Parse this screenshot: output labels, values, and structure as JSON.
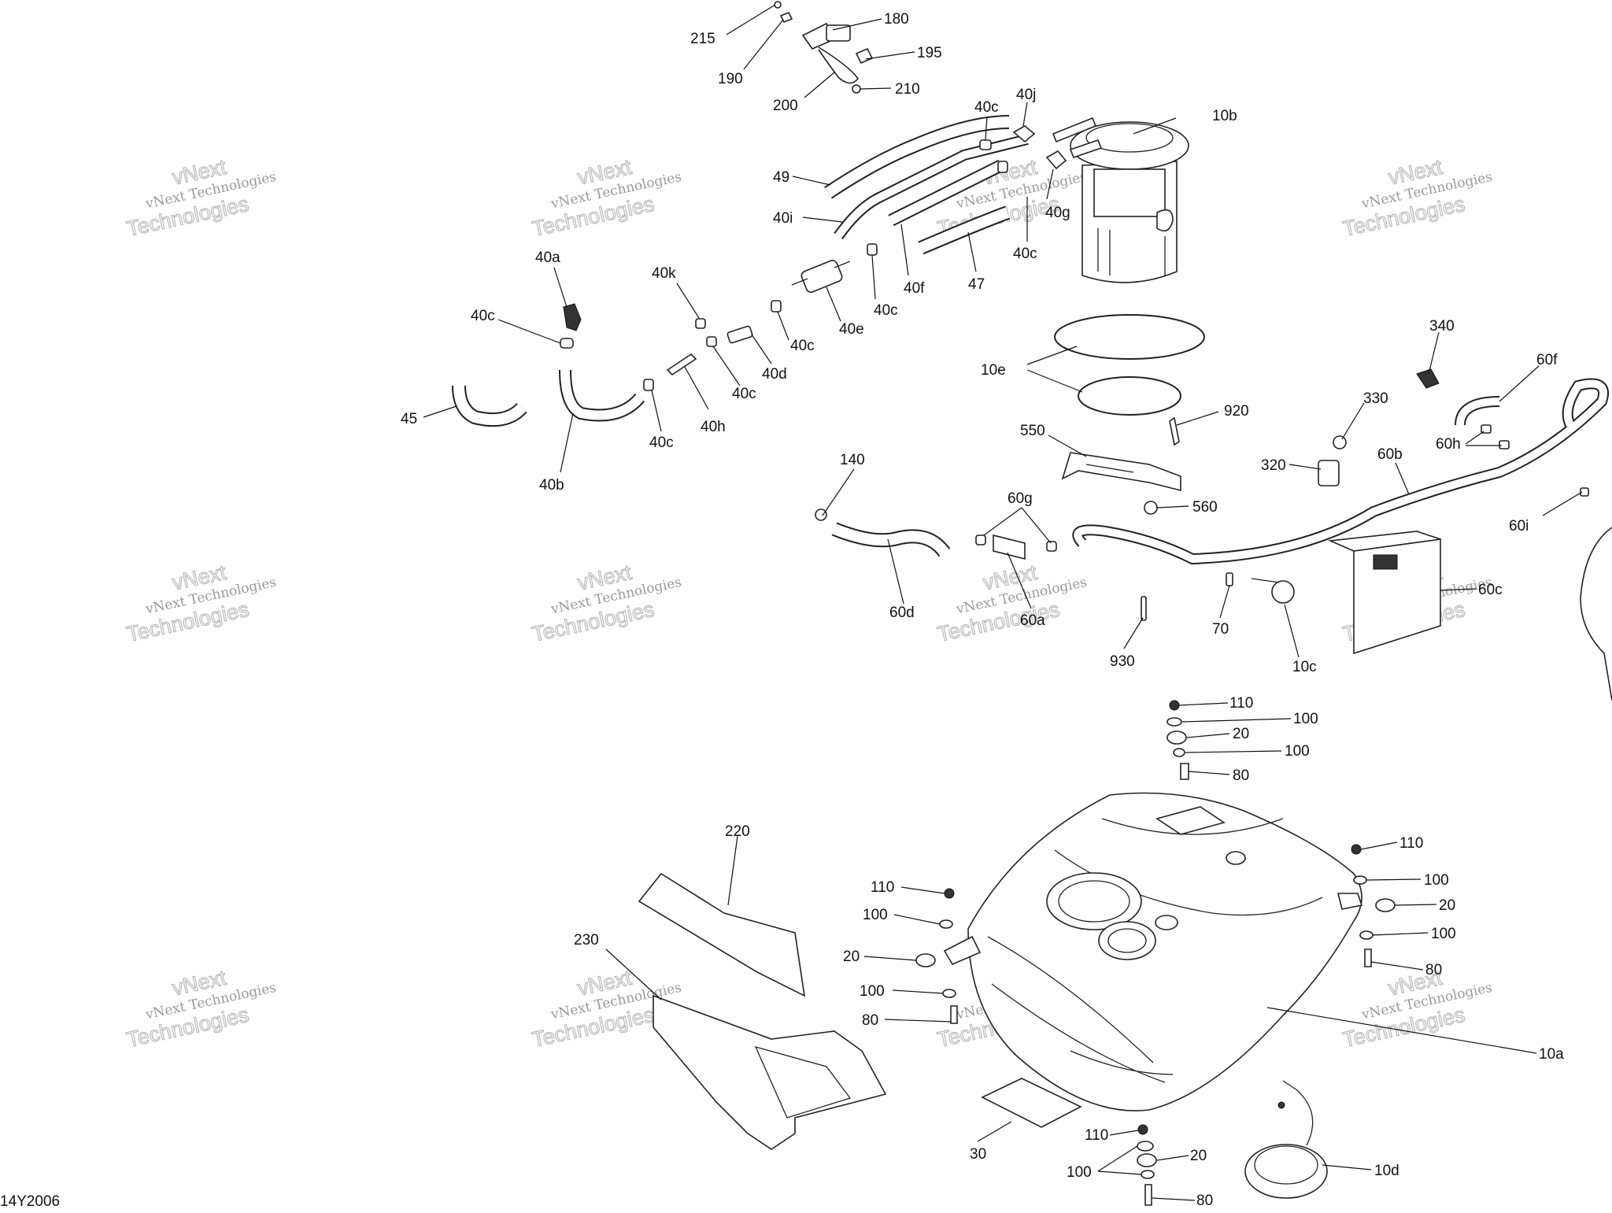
{
  "watermark": {
    "line1": "vNext Technologies",
    "line2": "Technologies",
    "line3": "vNext"
  },
  "document_code": "14Y2006",
  "callouts": {
    "215": "215",
    "190": "190",
    "180": "180",
    "195": "195",
    "200": "200",
    "210": "210",
    "40c_top": "40c",
    "40j": "40j",
    "10b": "10b",
    "49": "49",
    "40i": "40i",
    "40g": "40g",
    "40c_b": "40c",
    "40f": "40f",
    "47": "47",
    "40a": "40a",
    "40c_left": "40c",
    "40k": "40k",
    "45": "45",
    "40b": "40b",
    "40h": "40h",
    "40c_d": "40c",
    "40c_e": "40c",
    "40d": "40d",
    "40c_f": "40c",
    "40e": "40e",
    "40c_g": "40c",
    "10e": "10e",
    "920": "920",
    "550": "550",
    "560": "560",
    "340": "340",
    "60f": "60f",
    "330": "330",
    "60h": "60h",
    "320": "320",
    "60b": "60b",
    "60i": "60i",
    "140": "140",
    "60g": "60g",
    "60d": "60d",
    "60a": "60a",
    "930": "930",
    "70": "70",
    "10c": "10c",
    "60c": "60c",
    "110_a": "110",
    "100_a": "100",
    "20_a": "20",
    "100_b": "100",
    "80_a": "80",
    "220": "220",
    "230": "230",
    "110_b": "110",
    "100_c": "100",
    "20_b": "20",
    "100_d": "100",
    "80_b": "80",
    "110_c": "110",
    "100_e": "100",
    "20_c": "20",
    "100_f": "100",
    "80_c": "80",
    "10a": "10a",
    "30": "30",
    "110_d": "110",
    "20_d": "20",
    "100_g": "100",
    "80_d": "80",
    "10d": "10d"
  }
}
